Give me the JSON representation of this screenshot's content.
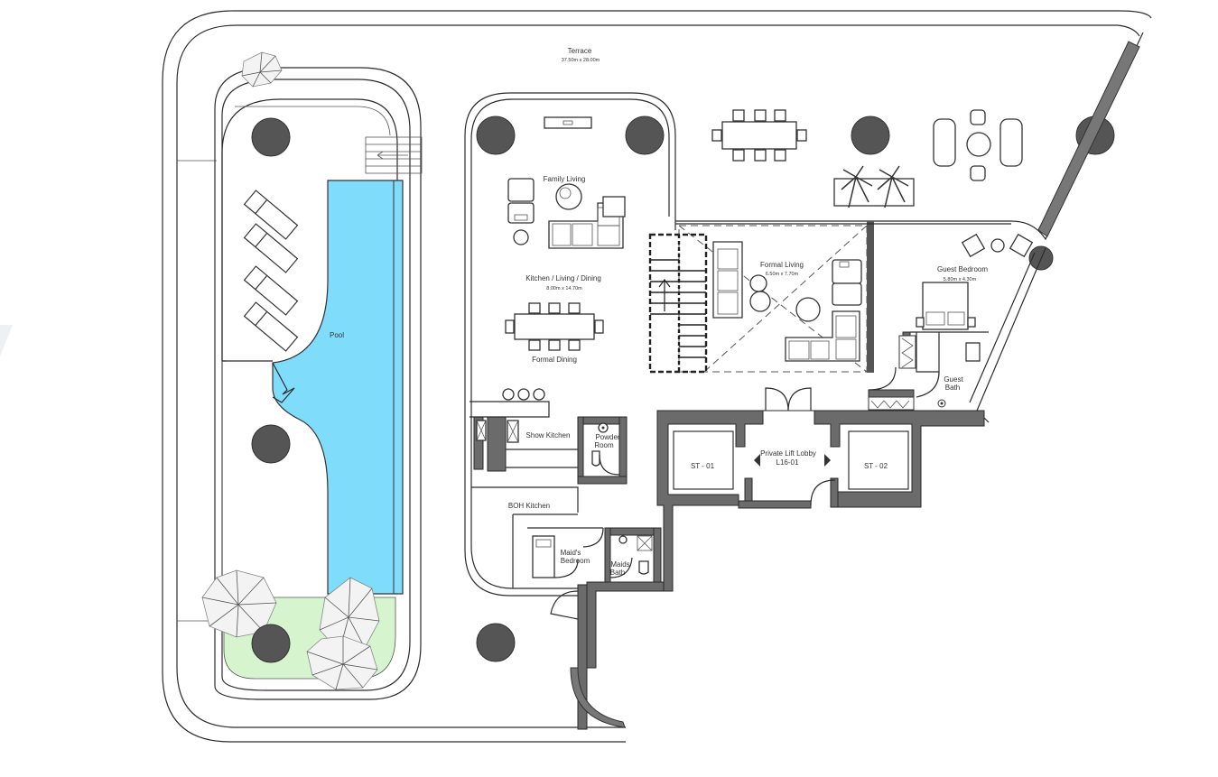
{
  "plan": {
    "terrace": {
      "name": "Terrace",
      "size": "37.50m x 28.00m"
    },
    "pool": {
      "name": "Pool",
      "color": "#7fdcfb"
    },
    "lawn_color": "#d6f5cf",
    "wall_color": "#6b6b6b",
    "rooms": {
      "family_living": "Family Living",
      "kitchen_living_dining": "Kitchen / Living / Dining",
      "kitchen_living_dining_size": "8.00m x 14.70m",
      "formal_dining": "Formal Dining",
      "formal_living": "Formal Living",
      "formal_living_size": "6.50m x 7.70m",
      "guest_bedroom": "Guest Bedroom",
      "guest_bedroom_size": "5.80m x 4.30m",
      "guest_bath_1": "Guest",
      "guest_bath_2": "Bath",
      "show_kitchen": "Show Kitchen",
      "powder_room_1": "Powder",
      "powder_room_2": "Room",
      "boh_kitchen": "BOH Kitchen",
      "maids_bedroom_1": "Maid's",
      "maids_bedroom_2": "Bedroom",
      "maids_bath_1": "Maids",
      "maids_bath_2": "Bath",
      "lift_lobby_1": "Private Lift Lobby",
      "lift_lobby_2": "L16-01",
      "stair_1": "ST - 01",
      "stair_2": "ST - 02"
    }
  }
}
